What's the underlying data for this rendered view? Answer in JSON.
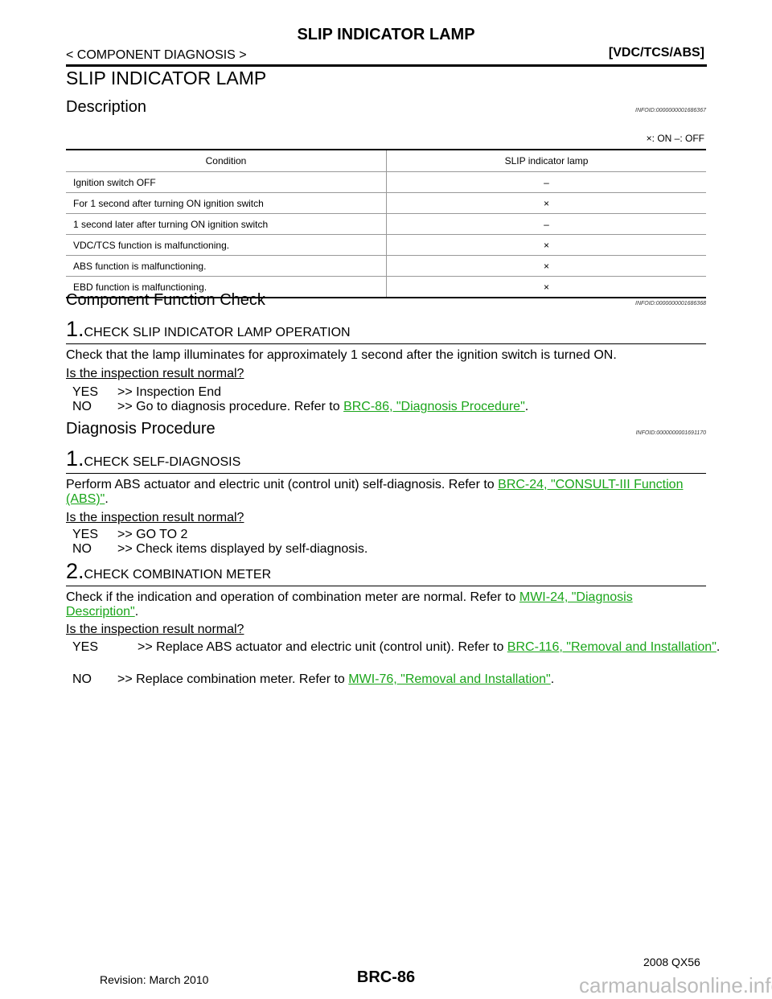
{
  "header": {
    "title": "SLIP INDICATOR LAMP",
    "section": "< COMPONENT DIAGNOSIS >",
    "system": "[VDC/TCS/ABS]"
  },
  "page_title": "SLIP INDICATOR LAMP",
  "description": {
    "heading": "Description",
    "infoid": "INFOID:0000000001686367",
    "legend": "×: ON –: OFF",
    "table": {
      "headers": [
        "Condition",
        "SLIP indicator lamp"
      ],
      "rows": [
        [
          "Ignition switch OFF",
          "–"
        ],
        [
          "For 1 second after turning ON ignition switch",
          "×"
        ],
        [
          "1 second later after turning ON ignition switch",
          "–"
        ],
        [
          "VDC/TCS function is malfunctioning.",
          "×"
        ],
        [
          "ABS function is malfunctioning.",
          "×"
        ],
        [
          "EBD function is malfunctioning.",
          "×"
        ]
      ]
    }
  },
  "cfc": {
    "heading": "Component Function Check",
    "infoid": "INFOID:0000000001686368",
    "step_num": "1.",
    "step_title": "CHECK SLIP INDICATOR LAMP OPERATION",
    "text": "Check that the lamp illuminates for approximately 1 second after the ignition switch is turned ON.",
    "question": "Is the inspection result normal?",
    "yes_k": "YES",
    "yes": ">> Inspection End",
    "no_k": "NO",
    "no": ">> Go to diagnosis procedure. Refer to ",
    "no_link": "BRC-86, \"Diagnosis Procedure\"",
    "dot": "."
  },
  "dp": {
    "heading": "Diagnosis Procedure",
    "infoid": "INFOID:0000000001691170",
    "s1_num": "1.",
    "s1_title": "CHECK SELF-DIAGNOSIS",
    "s1_text": "Perform ABS actuator and electric unit (control unit) self-diagnosis. Refer to ",
    "s1_link": "BRC-24, \"CONSULT-III Function (ABS)\"",
    "s1_q": "Is the inspection result normal?",
    "s1_yes_k": "YES",
    "s1_yes": ">> GO TO 2",
    "s1_no_k": "NO",
    "s1_no": ">> Check items displayed by self-diagnosis.",
    "s2_num": "2.",
    "s2_title": "CHECK COMBINATION METER",
    "s2_text": "Check if the indication and operation of combination meter are normal. Refer to ",
    "s2_link": "MWI-24, \"Diagnosis Description\"",
    "s2_q": "Is the inspection result normal?",
    "s2_yes_k": "YES",
    "s2_yes": ">> Replace ABS actuator and electric unit (control unit). Refer to ",
    "s2_yes_link": "BRC-116, \"Removal and Installation\"",
    "s2_no_k": "NO",
    "s2_no": ">> Replace combination meter. Refer to ",
    "s2_no_link": "MWI-76, \"Removal and Installation\"",
    "dot": "."
  },
  "footer": {
    "revision": "Revision: March 2010",
    "page": "BRC-86",
    "model": "2008 QX56",
    "watermark": "carmanualsonline.info"
  }
}
